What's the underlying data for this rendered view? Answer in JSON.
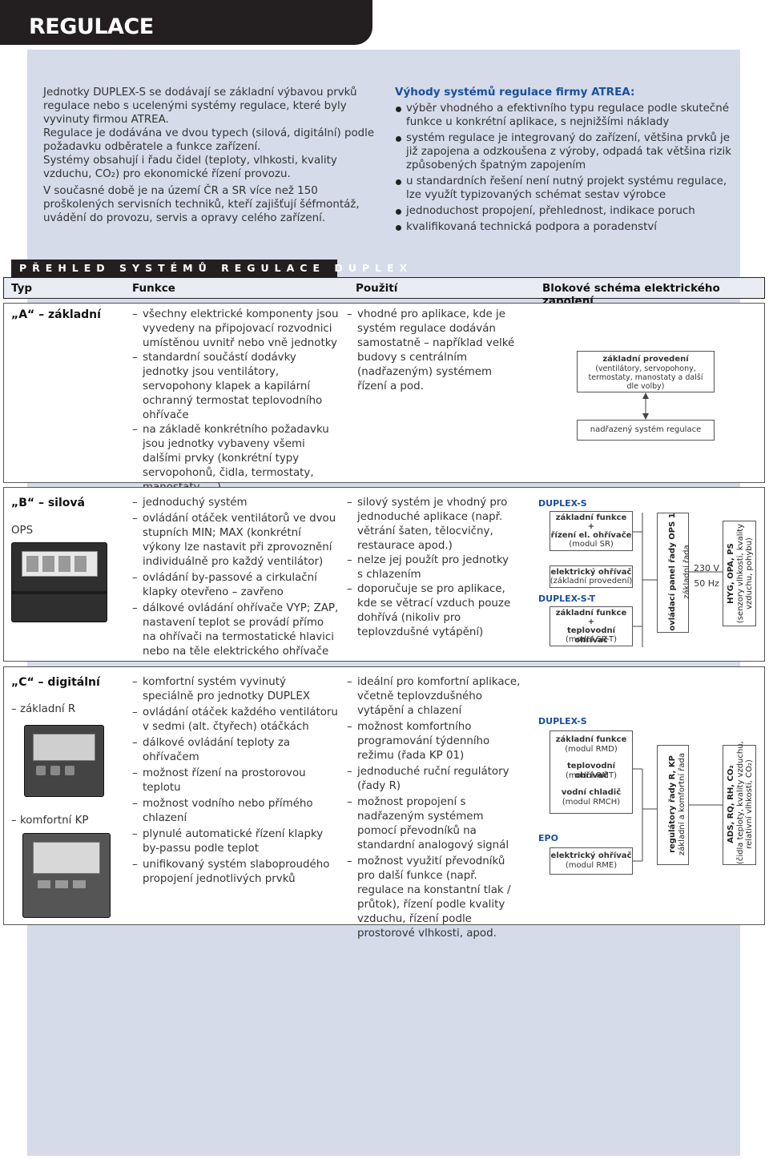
{
  "page_title": "REGULACE",
  "intro_left": [
    "Jednotky DUPLEX-S se dodávají se základní výbavou prvků regulace nebo s ucelenými systémy regulace, které byly vyvinuty firmou ATREA.",
    "Regulace je dodávána ve dvou typech (silová, digitální) podle požadavku odběratele a funkce zařízení.",
    "Systémy obsahují i řadu čidel (teploty, vlhkosti, kvality vzduchu, CO₂) pro ekonomické řízení provozu.",
    "V současné době je na území ČR a SR více než 150 proškolených servisních techniků, kteří zajišťují šéfmontáž, uvádění do provozu, servis a opravy celého zařízení."
  ],
  "advantages": {
    "title": "Výhody systémů regulace firmy ATREA:",
    "items": [
      "výběr vhodného a efektivního typu regulace podle skutečné funkce u konkrétní aplikace, s nejnižšími náklady",
      "systém regulace je integrovaný do zařízení, většina prvků je již zapojena a odzkoušena z výroby, odpadá tak většina rizik způsobených špatným zapojením",
      "u standardních řešení není nutný projekt systému regulace, lze využít typizovaných schémat sestav výrobce",
      "jednoduchost propojení, přehlednost, indikace poruch",
      "kvalifikovaná technická podpora a poradenství"
    ]
  },
  "overview_heading": "PŘEHLED SYSTÉMŮ REGULACE DUPLEX",
  "table_headers": {
    "type": "Typ",
    "function": "Funkce",
    "use": "Použití",
    "diagram": "Blokové schéma elektrického zapojení"
  },
  "row_a": {
    "type": "„A“ – základní",
    "functions": [
      "všechny elektrické komponenty jsou vyvedeny na připojovací rozvodnici umístěnou uvnitř nebo vně jednotky",
      "standardní součástí dodávky jednotky jsou ventilátory, servopohony klapek a kapilární ochranný termostat teplovodního ohřívače",
      "na základě konkrétního požadavku jsou jednotky vybaveny všemi dalšími prvky (konkrétní typy servopohonů, čidla, termostaty, manostaty, ...)"
    ],
    "uses": [
      "vhodné pro aplikace, kde je systém regulace dodáván samostatně – například velké budovy s centrálním (nadřazeným) systémem řízení a pod."
    ],
    "diagram": {
      "box1_title": "základní provedení",
      "box1_text": "(ventilátory, servopohony, termostaty, manostaty a další dle volby)",
      "box2_text": "nadřazený systém regulace"
    }
  },
  "row_b": {
    "type": "„B“ – silová",
    "subtype": "OPS",
    "functions": [
      "jednoduchý systém",
      "ovládání otáček ventilátorů ve dvou stupních MIN; MAX (konkrétní výkony lze nastavit při zprovoznění individuálně pro každý ventilátor)",
      "ovládání by-passové a cirkulační klapky otevřeno – zavřeno",
      "dálkové ovládání ohřívače VYP; ZAP, nastavení teplot se provádí přímo na ohřívači na termostatické hlavici nebo na těle elektrického ohřívače"
    ],
    "uses": [
      "silový systém je vhodný pro jednoduché aplikace (např. větrání šaten, tělocvičny, restaurace apod.)",
      "nelze jej použít pro jednotky s chlazením",
      "doporučuje se pro aplikace, kde se větrací vzduch pouze dohřívá (nikoliv pro teplovzdušné vytápění)"
    ],
    "diagram": {
      "duplex_s": "DUPLEX-S",
      "box1_l1": "základní funkce",
      "box1_l2": "+",
      "box1_l3": "řízení el. ohřívače",
      "box1_l4": "(modul SR)",
      "box2_l1": "elektrický ohřívač",
      "box2_l2": "(základní provedení)",
      "duplex_st": "DUPLEX-S-T",
      "box3_l1": "základní funkce",
      "box3_l2": "+",
      "box3_l3": "teplovodní ohřívač",
      "box3_l4": "(modul SR-T)",
      "panel_l1": "ovládací panel řady OPS 1",
      "panel_l2": "základní řada",
      "power": "230 V",
      "freq": "50 Hz",
      "sensors_l1": "HYG, OPA, PS",
      "sensors_l2": "(senzory vlhkosti, kvality",
      "sensors_l3": "vzduchu, pohybu)"
    }
  },
  "row_c": {
    "type": "„C“ – digitální",
    "sub1": "– základní R",
    "sub2": "– komfortní KP",
    "functions": [
      "komfortní systém vyvinutý speciálně pro jednotky DUPLEX",
      "ovládání otáček každého ventilátoru v sedmi (alt. čtyřech) otáčkách",
      "dálkové ovládání teploty za ohřívačem",
      "možnost řízení na prostorovou teplotu",
      "možnost vodního nebo přímého chlazení",
      "plynulé automatické řízení klapky by-passu podle teplot",
      "unifikovaný systém slaboproudého propojení jednotlivých prvků"
    ],
    "uses": [
      "ideální pro komfortní aplikace, včetně teplovzdušného vytápění a chlazení",
      "možnost komfortního programování týdenního režimu (řada KP 01)",
      "jednoduché ruční regulátory (řady R)",
      "možnost propojení s nadřazeným systémem pomocí převodníků na standardní analogový signál",
      "možnost využití převodníků pro další funkce (např. regulace na konstantní tlak / průtok), řízení podle kvality vzduchu, řízení podle prostorové vlhkosti, apod."
    ],
    "diagram": {
      "duplex_s": "DUPLEX-S",
      "box1_l1": "základní funkce",
      "box1_l2": "(modul RMD)",
      "box2_l1": "teplovodní ohřívač",
      "box2_l2": "(modul RMT)",
      "box3_l1": "vodní chladič",
      "box3_l2": "(modul RMCH)",
      "epo": "EPO",
      "box4_l1": "elektrický ohřívač",
      "box4_l2": "(modul RME)",
      "reg_l1": "regulátory řady R, KP",
      "reg_l2": "základní a komfortní řada",
      "sens_l1": "ADS, RQ, RH, CO₂",
      "sens_l2": "(čidla teploty, kvality vzduchu,",
      "sens_l3": "relativní vlhkosti, CO₂)"
    }
  }
}
